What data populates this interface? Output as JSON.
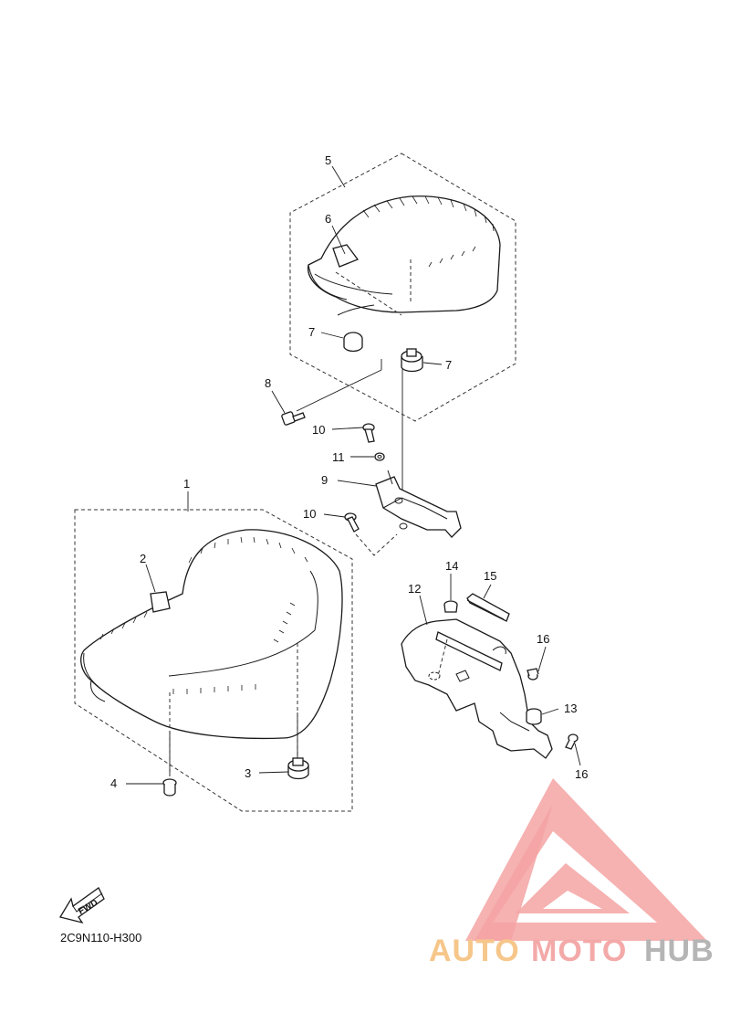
{
  "diagram": {
    "code": "2C9N110-H300",
    "fwd_label": "FWD",
    "callouts": [
      {
        "id": "c1",
        "label": "1"
      },
      {
        "id": "c2",
        "label": "2"
      },
      {
        "id": "c3",
        "label": "3"
      },
      {
        "id": "c4",
        "label": "4"
      },
      {
        "id": "c5",
        "label": "5"
      },
      {
        "id": "c6",
        "label": "6"
      },
      {
        "id": "c7a",
        "label": "7"
      },
      {
        "id": "c7b",
        "label": "7"
      },
      {
        "id": "c8",
        "label": "8"
      },
      {
        "id": "c9",
        "label": "9"
      },
      {
        "id": "c10a",
        "label": "10"
      },
      {
        "id": "c10b",
        "label": "10"
      },
      {
        "id": "c11",
        "label": "11"
      },
      {
        "id": "c12",
        "label": "12"
      },
      {
        "id": "c13",
        "label": "13"
      },
      {
        "id": "c14",
        "label": "14"
      },
      {
        "id": "c15",
        "label": "15"
      },
      {
        "id": "c16a",
        "label": "16"
      },
      {
        "id": "c16b",
        "label": "16"
      }
    ]
  },
  "watermark": {
    "brand_part1": "AUTO",
    "brand_part2": "MOTO",
    "brand_part3": "HUB",
    "colors": {
      "logo": "#f4a3a3",
      "text_orange": "#f6c68a",
      "text_pink": "#f4a9a9",
      "text_gray": "#b5b5b5"
    }
  }
}
